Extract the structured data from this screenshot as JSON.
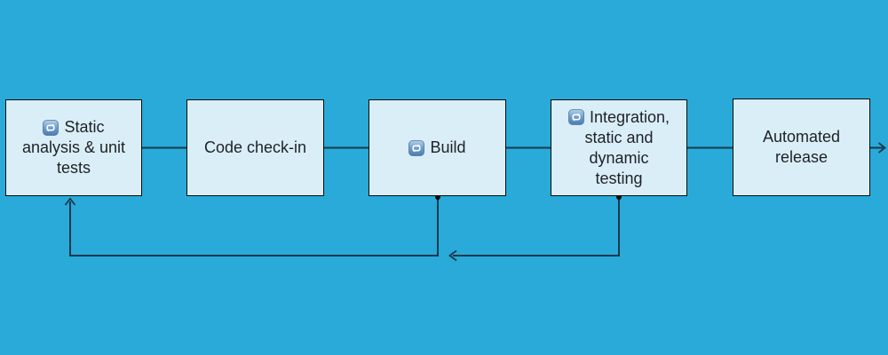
{
  "diagram": {
    "type": "flowchart",
    "colors": {
      "bg": "#29AAD9",
      "node_fill": "#DAEEF8",
      "node_border": "#0B0B0B",
      "wire": "#17394D",
      "text": "#1E2126",
      "dot": "#0B0B0B"
    },
    "nodes": [
      {
        "id": "static-analysis",
        "icon": "repeat-icon",
        "label": "Static\nanalysis & unit\ntests"
      },
      {
        "id": "code-check-in",
        "icon": null,
        "label": "Code check-in"
      },
      {
        "id": "build",
        "icon": "repeat-icon",
        "label": "Build"
      },
      {
        "id": "integration-testing",
        "icon": "repeat-icon",
        "label": "Integration,\nstatic and\ndynamic\ntesting"
      },
      {
        "id": "automated-release",
        "icon": null,
        "label": "Automated\nrelease"
      }
    ],
    "connections": {
      "forward": [
        "static-analysis -> code-check-in",
        "code-check-in -> build",
        "build -> integration-testing",
        "integration-testing -> automated-release",
        "automated-release -> (out)"
      ],
      "feedback": [
        "build -> static-analysis",
        "integration-testing -> (left, toward feedback path)"
      ]
    }
  }
}
